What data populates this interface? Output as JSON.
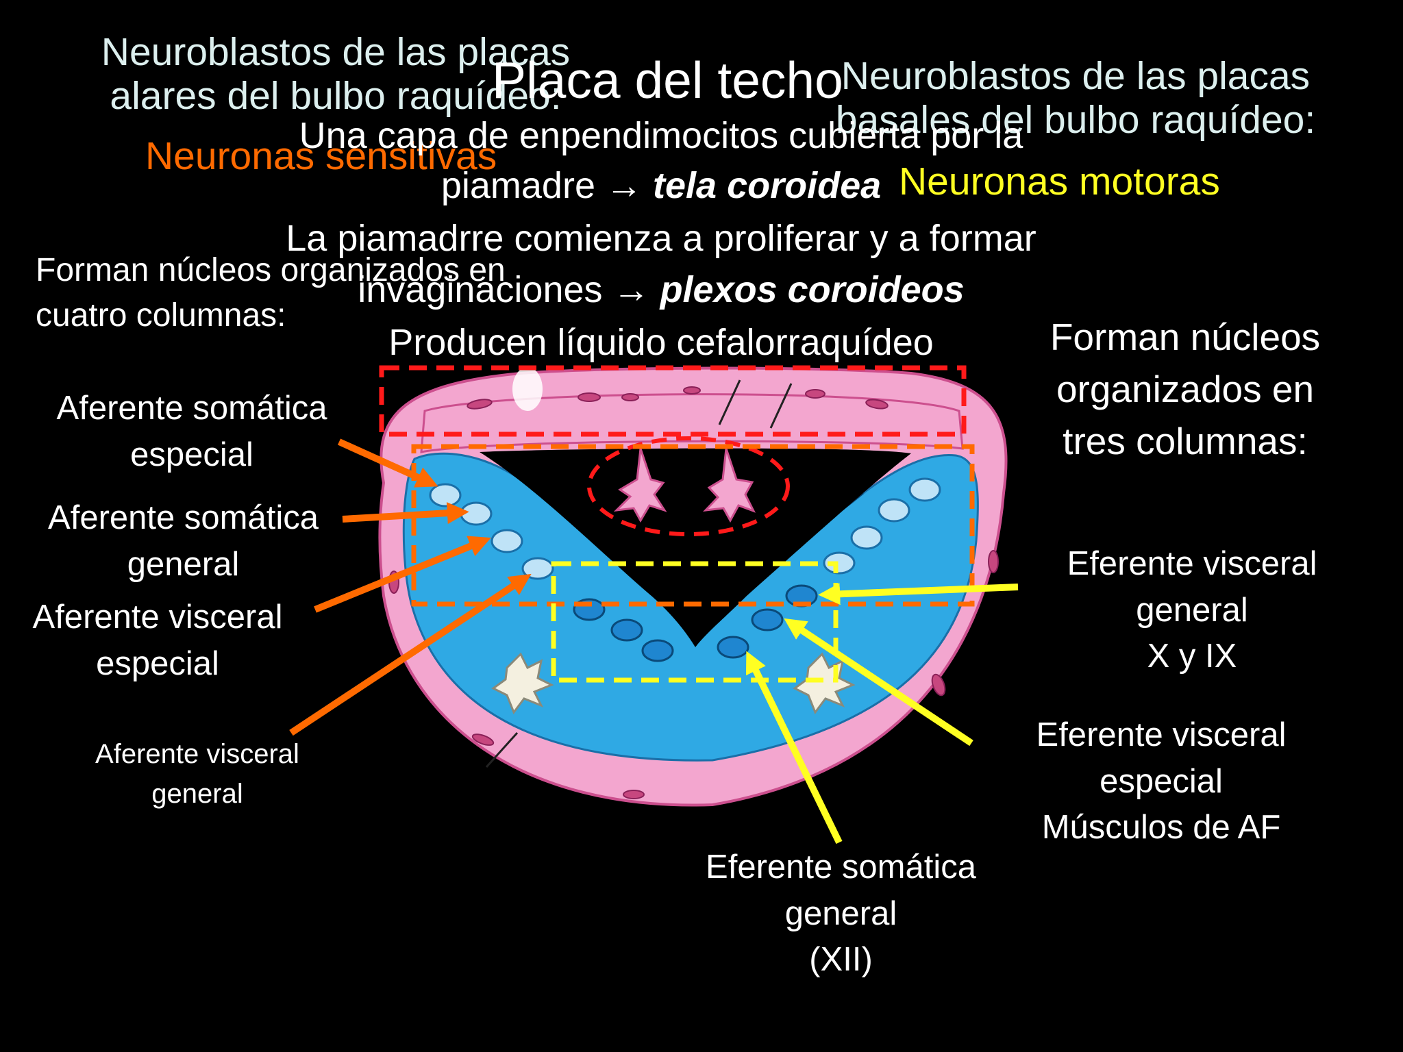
{
  "colors": {
    "background": "#000000",
    "pale_text": "#dcefee",
    "orange": "#ff6a00",
    "yellow": "#ffff22",
    "red_dashed": "#ff1a1a",
    "tissue_pink": "#f3a6cf",
    "tissue_blue": "#2fa9e4"
  },
  "header": {
    "alar_title_line1": "Neuroblastos de las placas",
    "alar_title_line2": "alares del bulbo raquídeo:",
    "alar_neurons": "Neuronas sensitivas",
    "roof_title": "Placa del techo",
    "basal_title_line1": "Neuroblastos de las placas",
    "basal_title_line2": "basales del bulbo raquídeo:",
    "basal_neurons": "Neuronas motoras"
  },
  "roof_text": {
    "line1": "Una capa de enpendimocitos cubierta por la",
    "line2_prefix": "piamadre",
    "line2_arrow": "→",
    "line2_term": "tela coroidea",
    "line3": "La piamadrre comienza a proliferar y a formar",
    "line4_prefix": "invaginaciones",
    "line4_arrow": "→",
    "line4_term": "plexos coroideos",
    "line5": "Producen líquido cefalorraquídeo"
  },
  "left_labels": {
    "columns_line1": "Forman núcleos organizados en",
    "columns_line2": "cuatro columnas:",
    "ase_line1": "Aferente somática",
    "ase_line2": "especial",
    "asg_line1": "Aferente somática",
    "asg_line2": "general",
    "ave_line1": "Aferente visceral",
    "ave_line2": "especial",
    "avg_line1": "Aferente visceral",
    "avg_line2": "general"
  },
  "right_labels": {
    "columns_line1": "Forman núcleos",
    "columns_line2": "organizados en",
    "columns_line3": "tres columnas:",
    "evg_line1": "Eferente visceral",
    "evg_line2": "general",
    "evg_line3": "X y IX",
    "eve_line1": "Eferente visceral",
    "eve_line2": "especial",
    "eve_line3": "Músculos de AF",
    "esg_line1": "Eferente somática",
    "esg_line2": "general",
    "esg_line3": "(XII)"
  }
}
